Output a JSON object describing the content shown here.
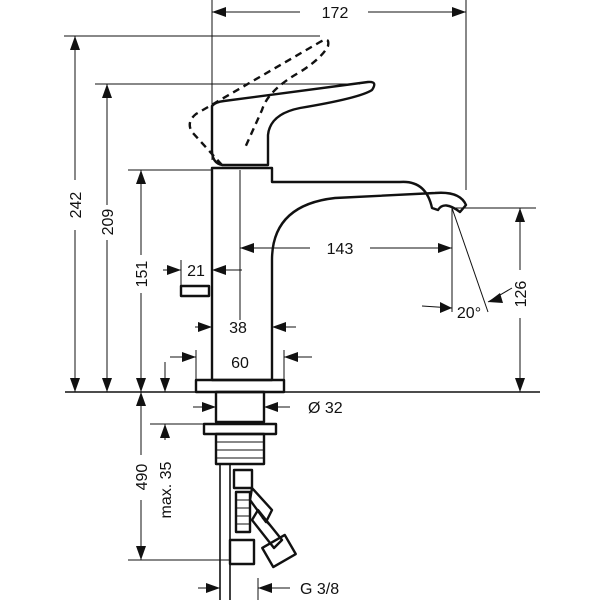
{
  "dimensions": {
    "width_top": "172",
    "height_total": "242",
    "height_lever": "209",
    "height_body": "151",
    "popup_offset": "21",
    "spout_reach": "143",
    "spout_height": "126",
    "spout_angle": "20°",
    "body_width": "38",
    "base_width": "60",
    "shank_diameter": "Ø 32",
    "hose_length": "490",
    "counter_thickness": "max. 35",
    "connection": "G 3/8"
  }
}
